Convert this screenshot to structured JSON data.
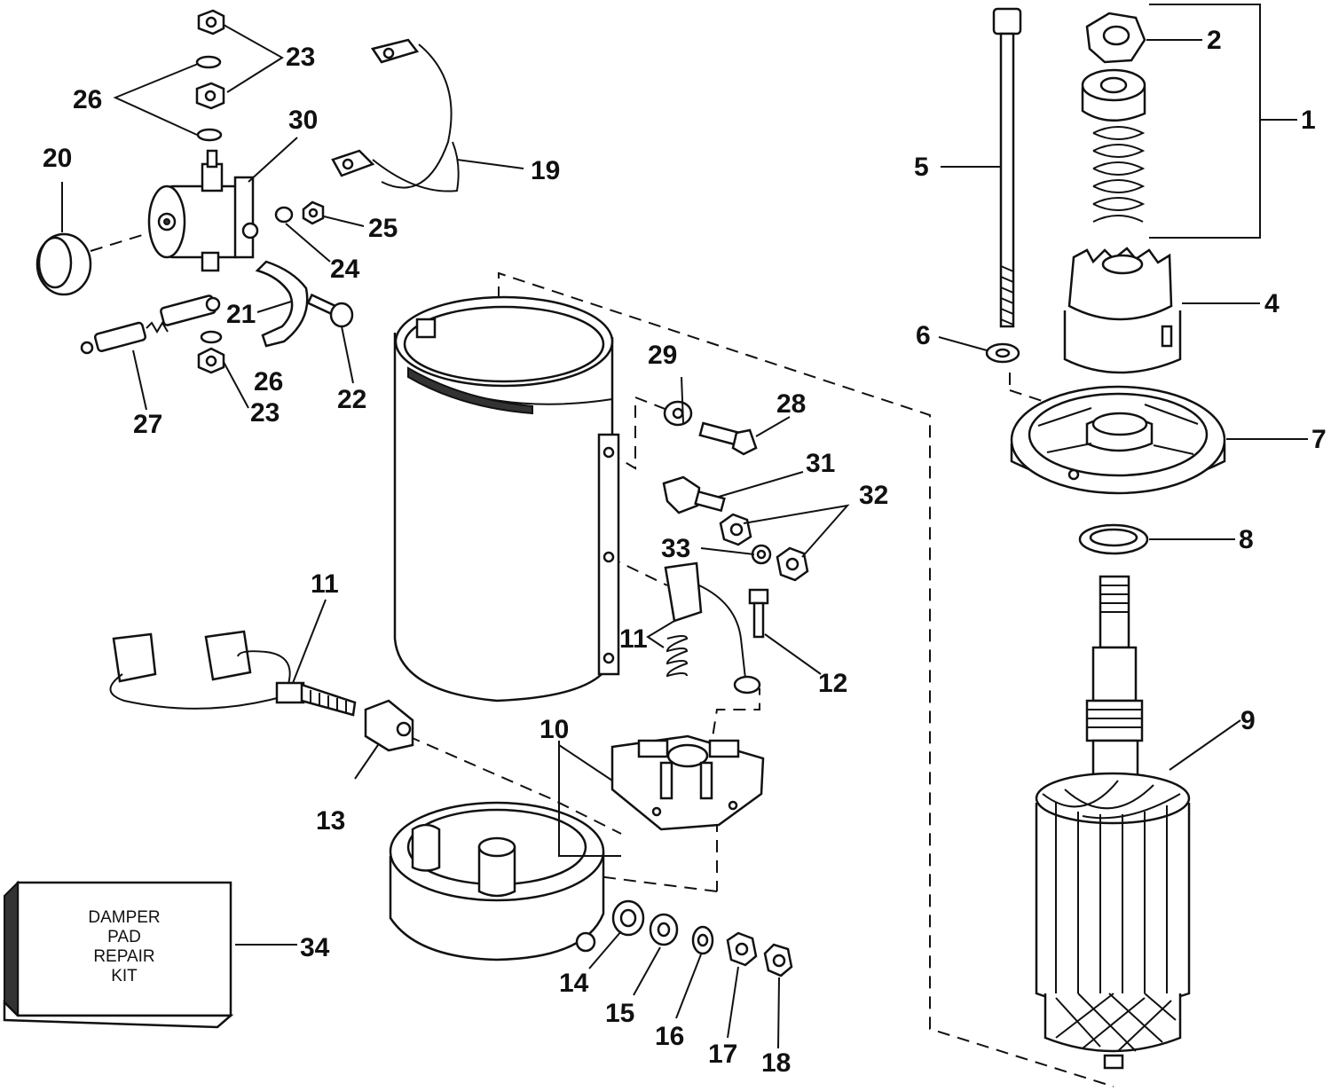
{
  "labels": [
    "1",
    "2",
    "4",
    "5",
    "6",
    "7",
    "8",
    "9",
    "10",
    "11",
    "11",
    "12",
    "13",
    "14",
    "15",
    "16",
    "17",
    "18",
    "19",
    "20",
    "21",
    "22",
    "23",
    "23",
    "24",
    "25",
    "26",
    "26",
    "27",
    "28",
    "29",
    "30",
    "31",
    "32",
    "33",
    "34"
  ],
  "kit_box": {
    "lines": [
      "DAMPER",
      "PAD",
      "REPAIR",
      "KIT"
    ]
  },
  "colors": {
    "ink": "#111111",
    "paper": "#ffffff"
  }
}
